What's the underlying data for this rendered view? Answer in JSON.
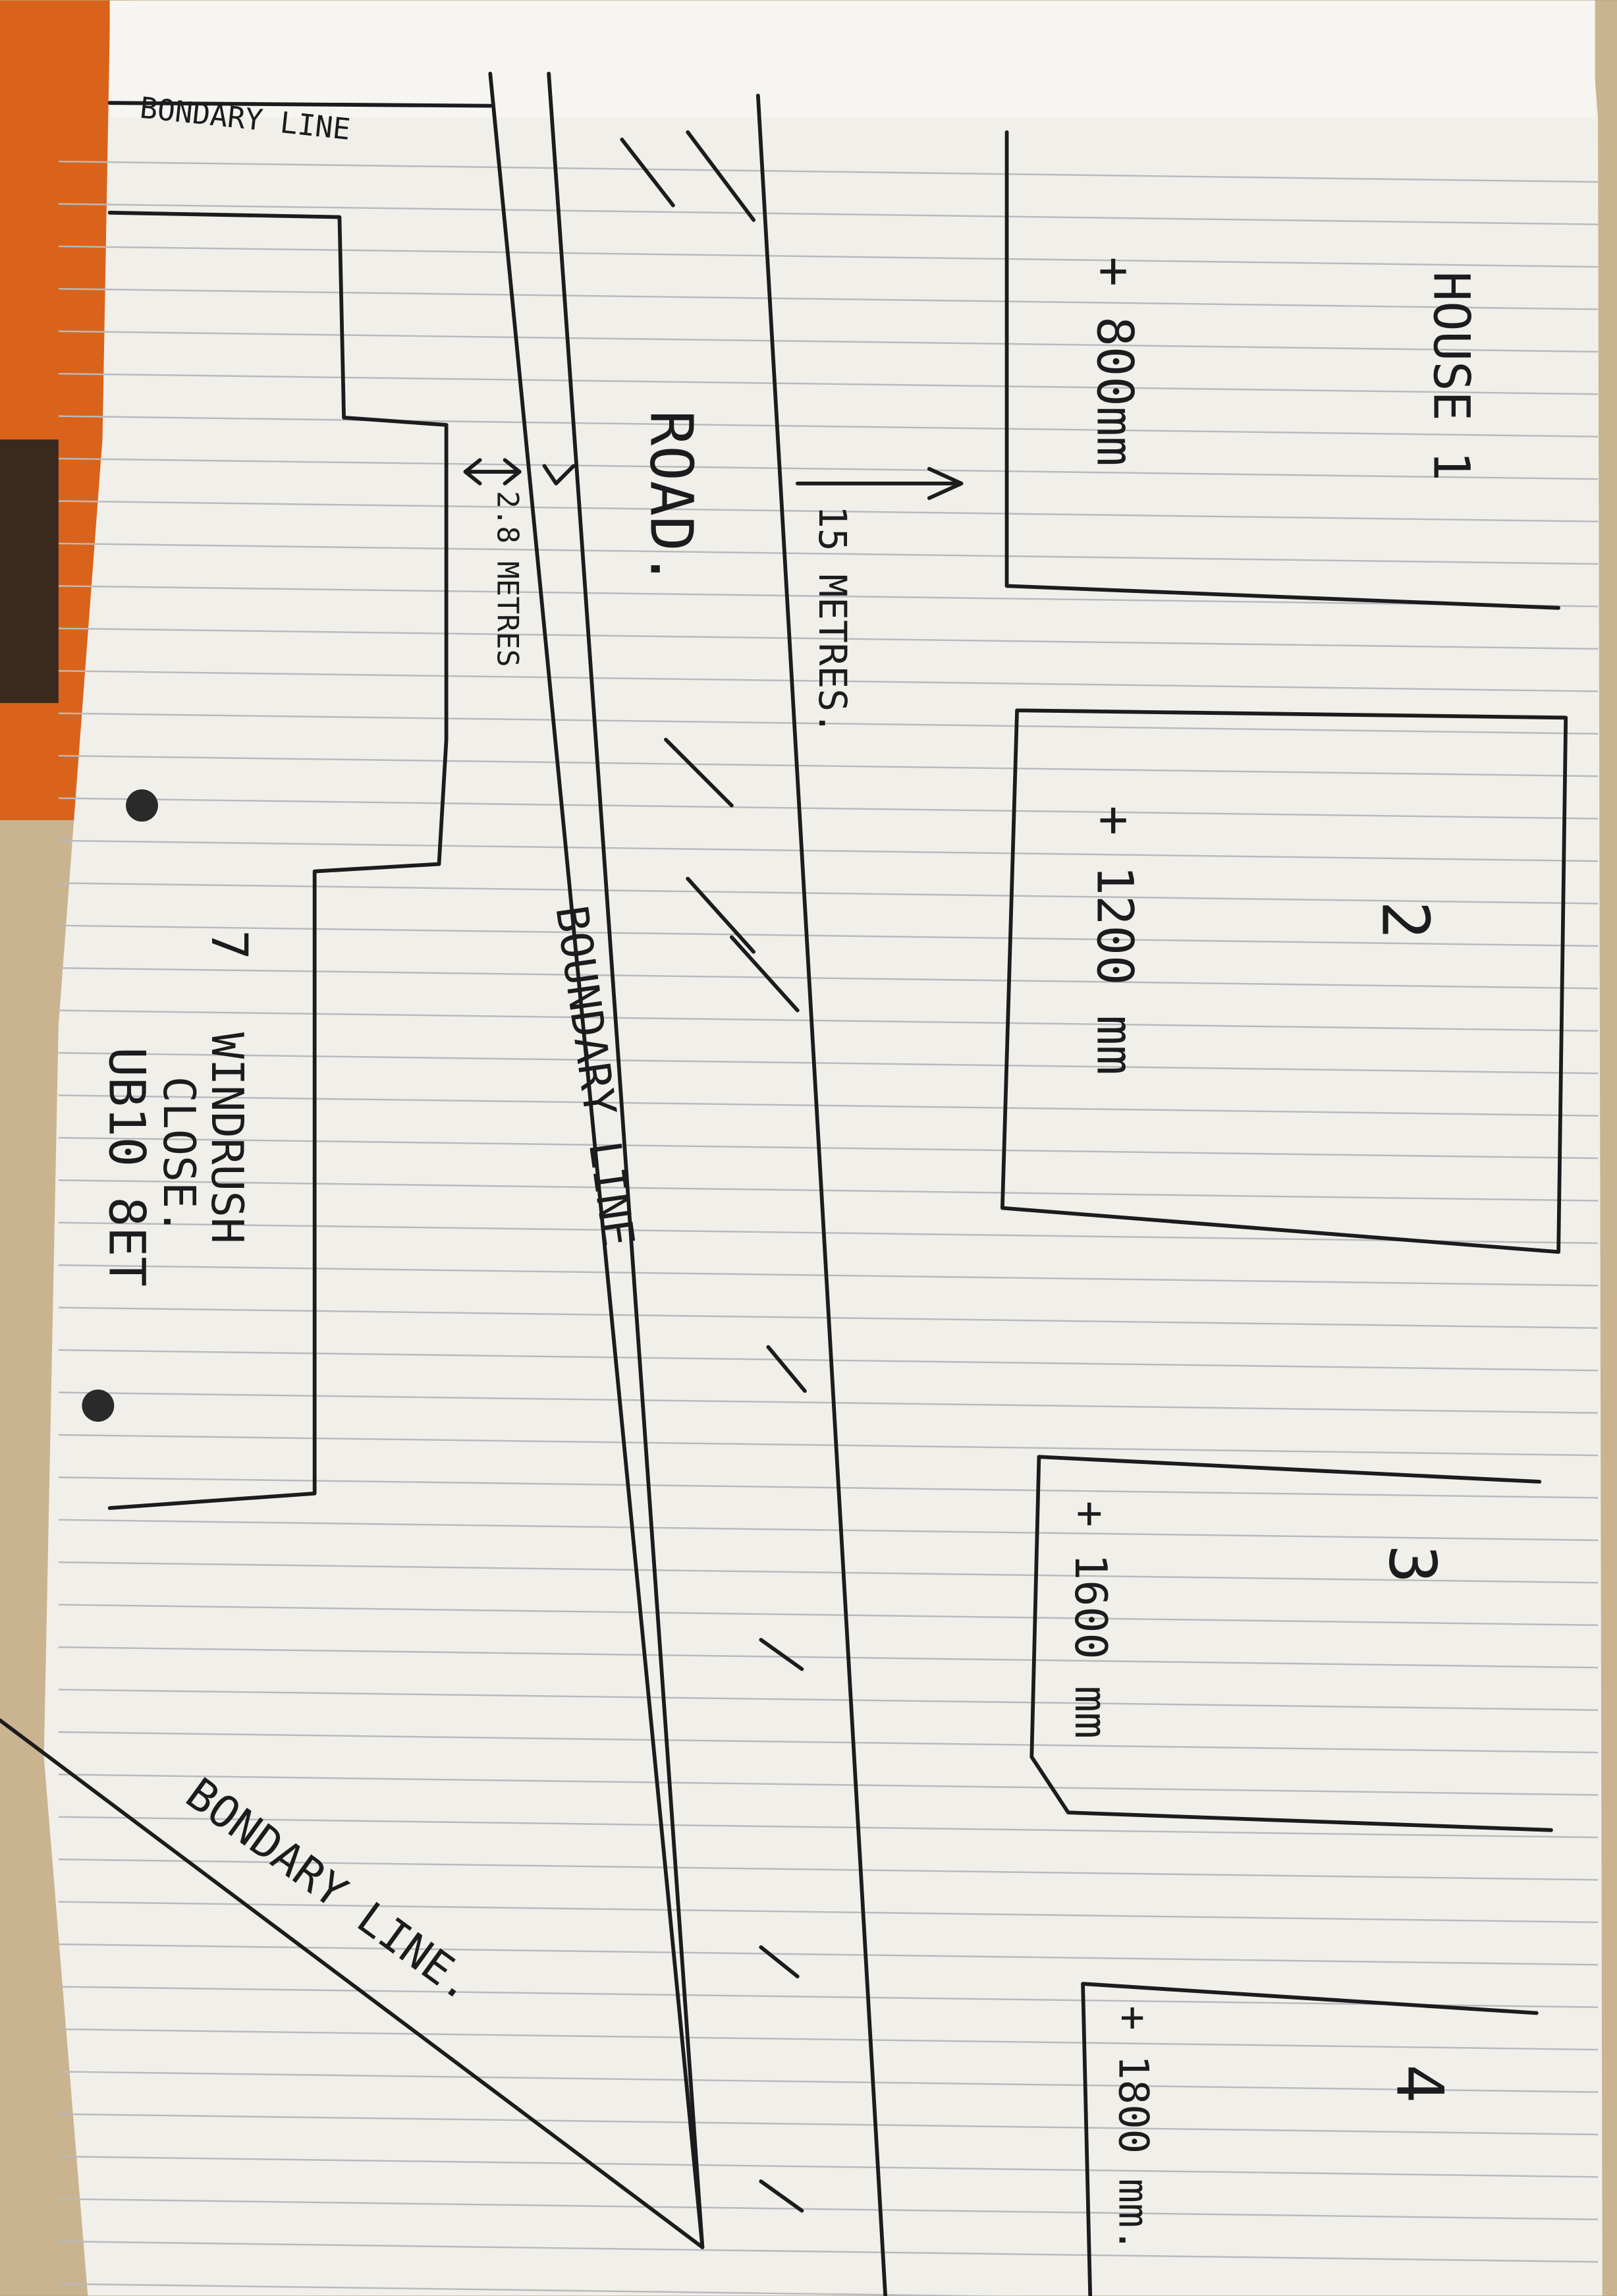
{
  "sketch": {
    "title": "Hand-drawn site plan",
    "boundary_label_top": "BONDARY LINE",
    "boundary_label_middle": "BOUNDARY LINE",
    "boundary_label_bottom": "BONDARY LINE.",
    "road_label": "ROAD.",
    "road_width": "15 METRES.",
    "setback": "2.8 METRES",
    "address": {
      "number": "7",
      "street": "WINDRUSH",
      "type": "CLOSE.",
      "postcode": "UB10 8ET"
    },
    "houses": [
      {
        "label": "HOUSE 1",
        "height": "+ 800mm"
      },
      {
        "label": "2",
        "height": "+ 1200 mm"
      },
      {
        "label": "3",
        "height": "+ 1600 mm"
      },
      {
        "label": "4",
        "height": "+ 1800 mm."
      }
    ]
  },
  "colors": {
    "paper": "#f1efea",
    "ink": "#1c1c1e",
    "rule": "#b9b9bd",
    "background": "#d9631a"
  }
}
